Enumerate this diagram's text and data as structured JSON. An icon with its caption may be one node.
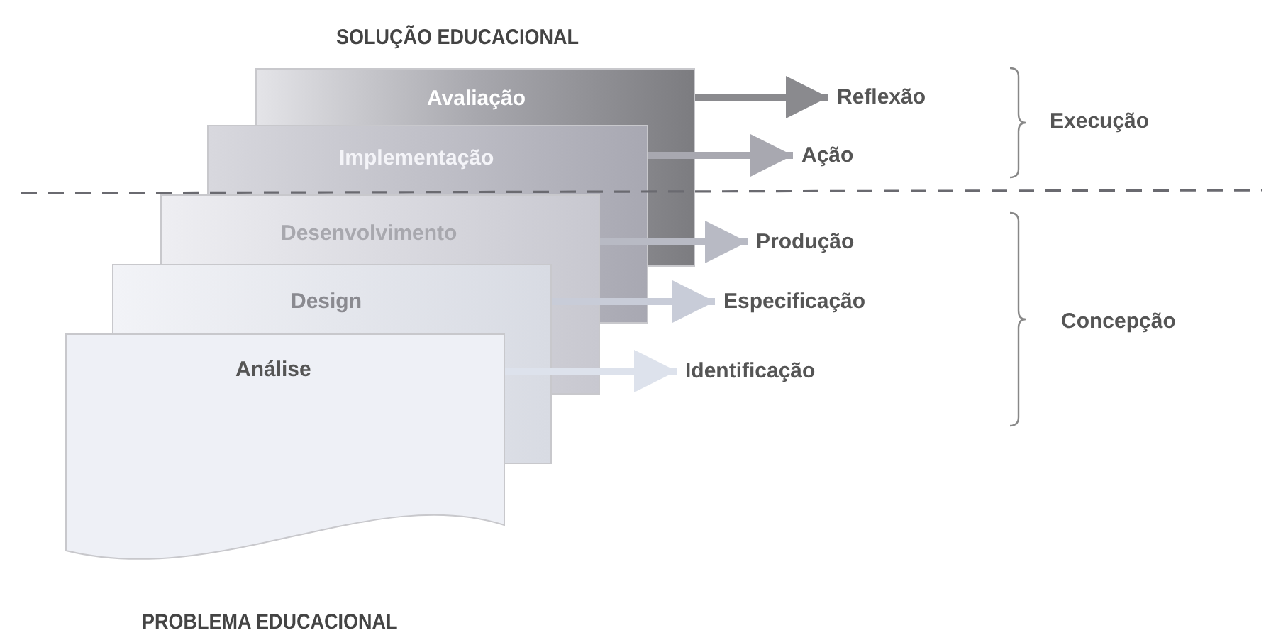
{
  "diagram": {
    "title": "SOLUÇÃO EDUCACIONAL",
    "caption": "PROBLEMA EDUCACIONAL",
    "nodes": [
      {
        "text": [
          "Avaliação"
        ]
      },
      {
        "text": [
          "Implementação"
        ]
      },
      {
        "text": [
          "Desenvolvimento"
        ]
      },
      {
        "text": [
          "Design"
        ]
      },
      {
        "text": [
          "Análise"
        ]
      },
      {
        "text": [
          "Reflexão"
        ]
      },
      {
        "text": [
          "Ação"
        ]
      },
      {
        "text": [
          "Produção"
        ]
      },
      {
        "text": [
          "Especificação"
        ]
      },
      {
        "text": [
          "Identificação"
        ]
      }
    ],
    "edges": [
      {
        "from": 0,
        "to": 5,
        "arrow": "to",
        "color": "#8a8a8e"
      },
      {
        "from": 1,
        "to": 6,
        "arrow": "to",
        "color": "#a8a8b0"
      },
      {
        "from": 2,
        "to": 7,
        "arrow": "to",
        "color": "#b8bac4"
      },
      {
        "from": 3,
        "to": 8,
        "arrow": "to",
        "color": "#c8ccd8"
      },
      {
        "from": 4,
        "to": 9,
        "arrow": "to",
        "color": "#dde2ec"
      }
    ],
    "labels": [
      "Execução",
      "Concepção"
    ]
  }
}
